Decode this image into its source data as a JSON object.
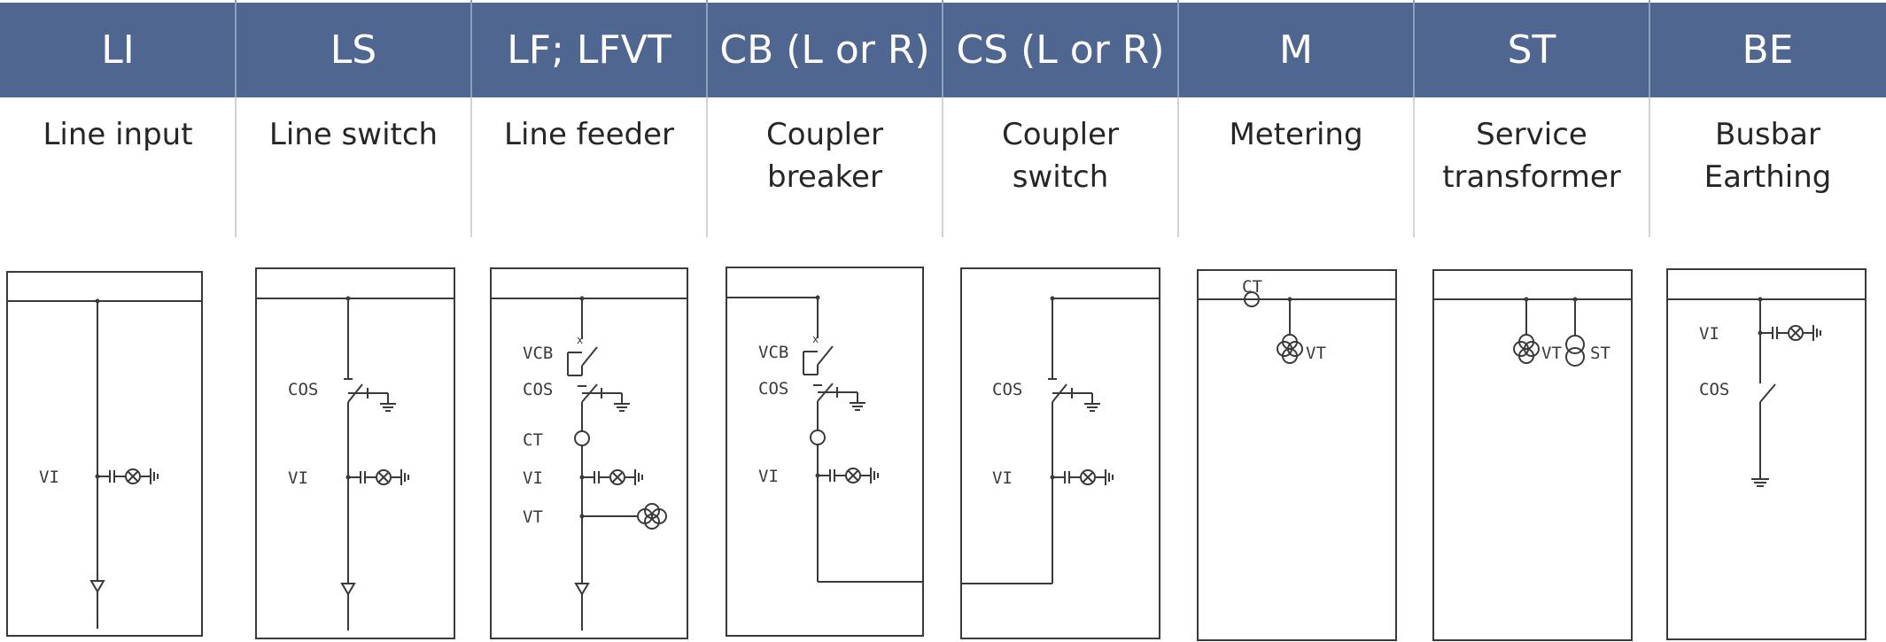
{
  "columns": [
    {
      "code": "LI",
      "desc_lines": [
        "Line input"
      ],
      "labels": {
        "vi": "VI"
      }
    },
    {
      "code": "LS",
      "desc_lines": [
        "Line switch"
      ],
      "labels": {
        "cos": "COS",
        "vi": "VI"
      }
    },
    {
      "code": "LF; LFVT",
      "desc_lines": [
        "Line feeder"
      ],
      "labels": {
        "vcb": "VCB",
        "cos": "COS",
        "ct": "CT",
        "vi": "VI",
        "vt": "VT"
      }
    },
    {
      "code": "CB (L or R)",
      "desc_lines": [
        "Coupler",
        "breaker"
      ],
      "labels": {
        "vcb": "VCB",
        "cos": "COS",
        "vi": "VI"
      }
    },
    {
      "code": "CS (L or R)",
      "desc_lines": [
        "Coupler",
        "switch"
      ],
      "labels": {
        "cos": "COS",
        "vi": "VI"
      }
    },
    {
      "code": "M",
      "desc_lines": [
        "Metering"
      ],
      "labels": {
        "ct": "CT",
        "vt": "VT"
      }
    },
    {
      "code": "ST",
      "desc_lines": [
        "Service",
        "transformer"
      ],
      "labels": {
        "vt": "VT",
        "st": "ST"
      }
    },
    {
      "code": "BE",
      "desc_lines": [
        "Busbar",
        "Earthing"
      ],
      "labels": {
        "vi": "VI",
        "cos": "COS"
      }
    }
  ],
  "colors": {
    "header_bg": "#4f6690",
    "header_text": "#ffffff",
    "line": "#3a3a3a"
  }
}
